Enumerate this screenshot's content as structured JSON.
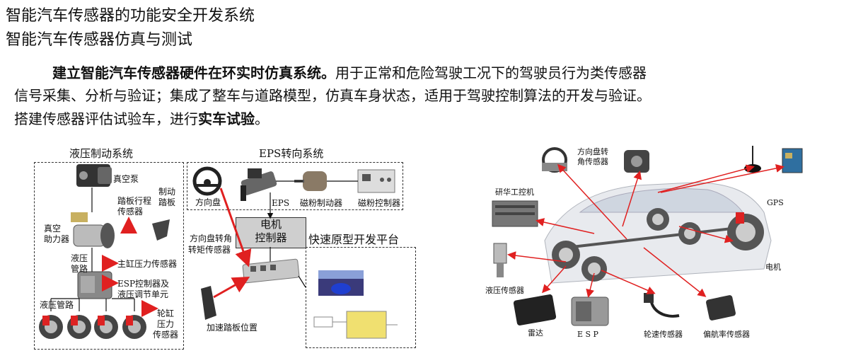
{
  "header": {
    "title1": "智能汽车传感器的功能安全开发系统",
    "title2": "智能汽车传感器仿真与测试"
  },
  "paragraph": {
    "l1_bold": "建立智能汽车传感器硬件在环实时仿真系统。",
    "l1_rest": "用于正常和危险驾驶工况下的驾驶员行为类传感器",
    "l2": "信号采集、分析与验证；集成了整车与道路模型，仿真车身状态，适用于驾驶控制算法的开发与验证。",
    "l3_a": "搭建传感器评估试验车，进行",
    "l3_bold": "实车试验",
    "l3_end": "。"
  },
  "left_diagram": {
    "brake_title": "液压制动系统",
    "eps_title": "EPS转向系统",
    "rcp_title": "快速原型开发平台",
    "controller": [
      "电机",
      "控制器"
    ],
    "labels": {
      "vacuum_pump": "真空泵",
      "pedal_travel": [
        "踏板行程",
        "传感器"
      ],
      "brake_pedal": [
        "制动",
        "踏板"
      ],
      "booster": [
        "真空",
        "助力器"
      ],
      "hydraulic_line": [
        "液压",
        "管路"
      ],
      "master_cyl": "主缸压力传感器",
      "esp_unit": [
        "ESP控制器及",
        "液压调节单元"
      ],
      "hyd_pipe": "液压管路",
      "wheel_cyl": [
        "轮缸",
        "压力",
        "传感器"
      ],
      "steering_wheel": "方向盘",
      "eps": "EPS",
      "mp_brake": "磁粉制动器",
      "mp_ctrl": "磁粉控制器",
      "sw_sensor": [
        "方向盘转角",
        "转矩传感器"
      ],
      "accel_pedal": "加速踏板位置"
    }
  },
  "right_diagram": {
    "labels": {
      "sw_angle": [
        "方向盘转",
        "角传感器"
      ],
      "ipc": "研华工控机",
      "gps": "GPS",
      "motor": "电机",
      "hyd_sensor": "液压传感器",
      "radar": "雷达",
      "esp": "E S P",
      "wheel_speed": "轮速传感器",
      "yaw_rate": "偏航率传感器"
    }
  },
  "colors": {
    "arrow": "#e02020",
    "controller_bg": "#cfcfcf",
    "dashed": "#333333"
  }
}
